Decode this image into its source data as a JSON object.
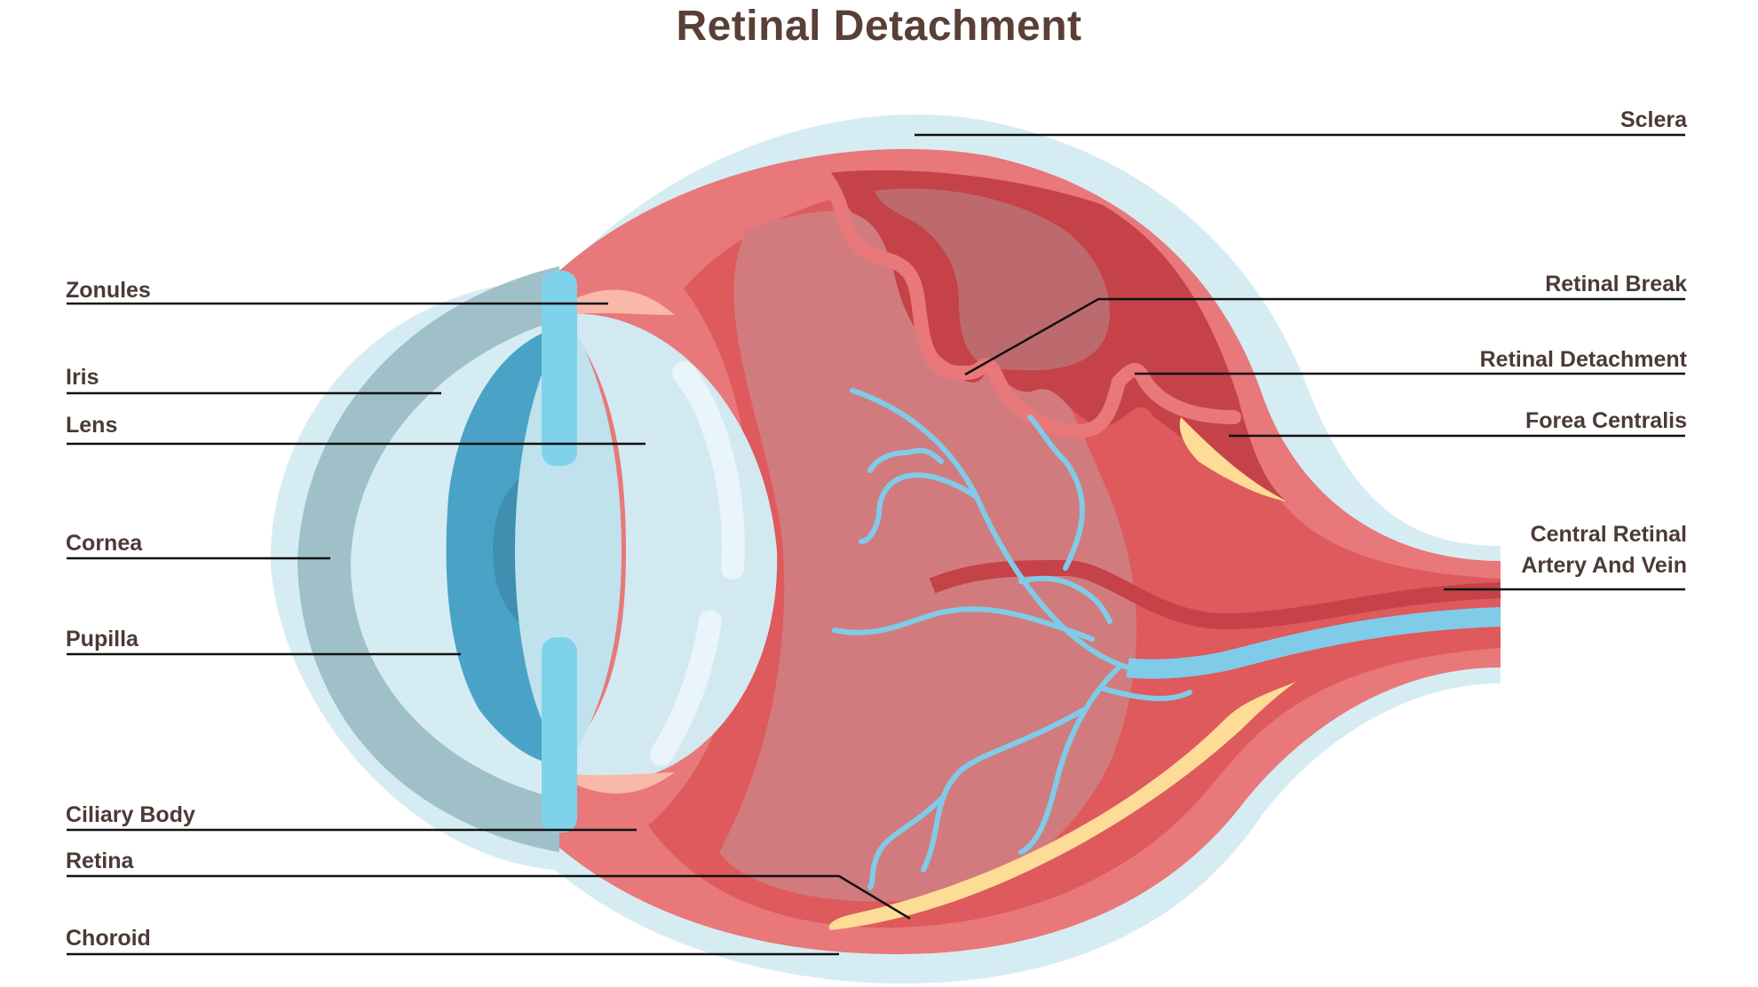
{
  "title": "Retinal Detachment",
  "colors": {
    "sclera": "#d6ecf3",
    "choroid": "#e8787a",
    "retina": "#de5a5d",
    "vitreous": "#d27b7e",
    "detached": "#c44248",
    "cornea": "#9dbec6",
    "iris": "#4aa3c6",
    "lens": "#d2e9f1",
    "ciliary": "#7ed3ea",
    "vessels": "#7fcbe8",
    "fovea": "#fcdc96",
    "leader": "#111111",
    "text": "#4b3a35"
  },
  "labels": {
    "left": {
      "zonules": "Zonules",
      "iris": "Iris",
      "lens": "Lens",
      "cornea": "Cornea",
      "pupilla": "Pupilla",
      "ciliary_body": "Ciliary Body",
      "retina": "Retina",
      "choroid": "Choroid"
    },
    "right": {
      "sclera": "Sclera",
      "retinal_break": "Retinal Break",
      "retinal_detachment": "Retinal Detachment",
      "forea_centralis": "Forea Centralis",
      "central_retinal_line1": "Central Retinal",
      "central_retinal_line2": "Artery And Vein"
    }
  }
}
